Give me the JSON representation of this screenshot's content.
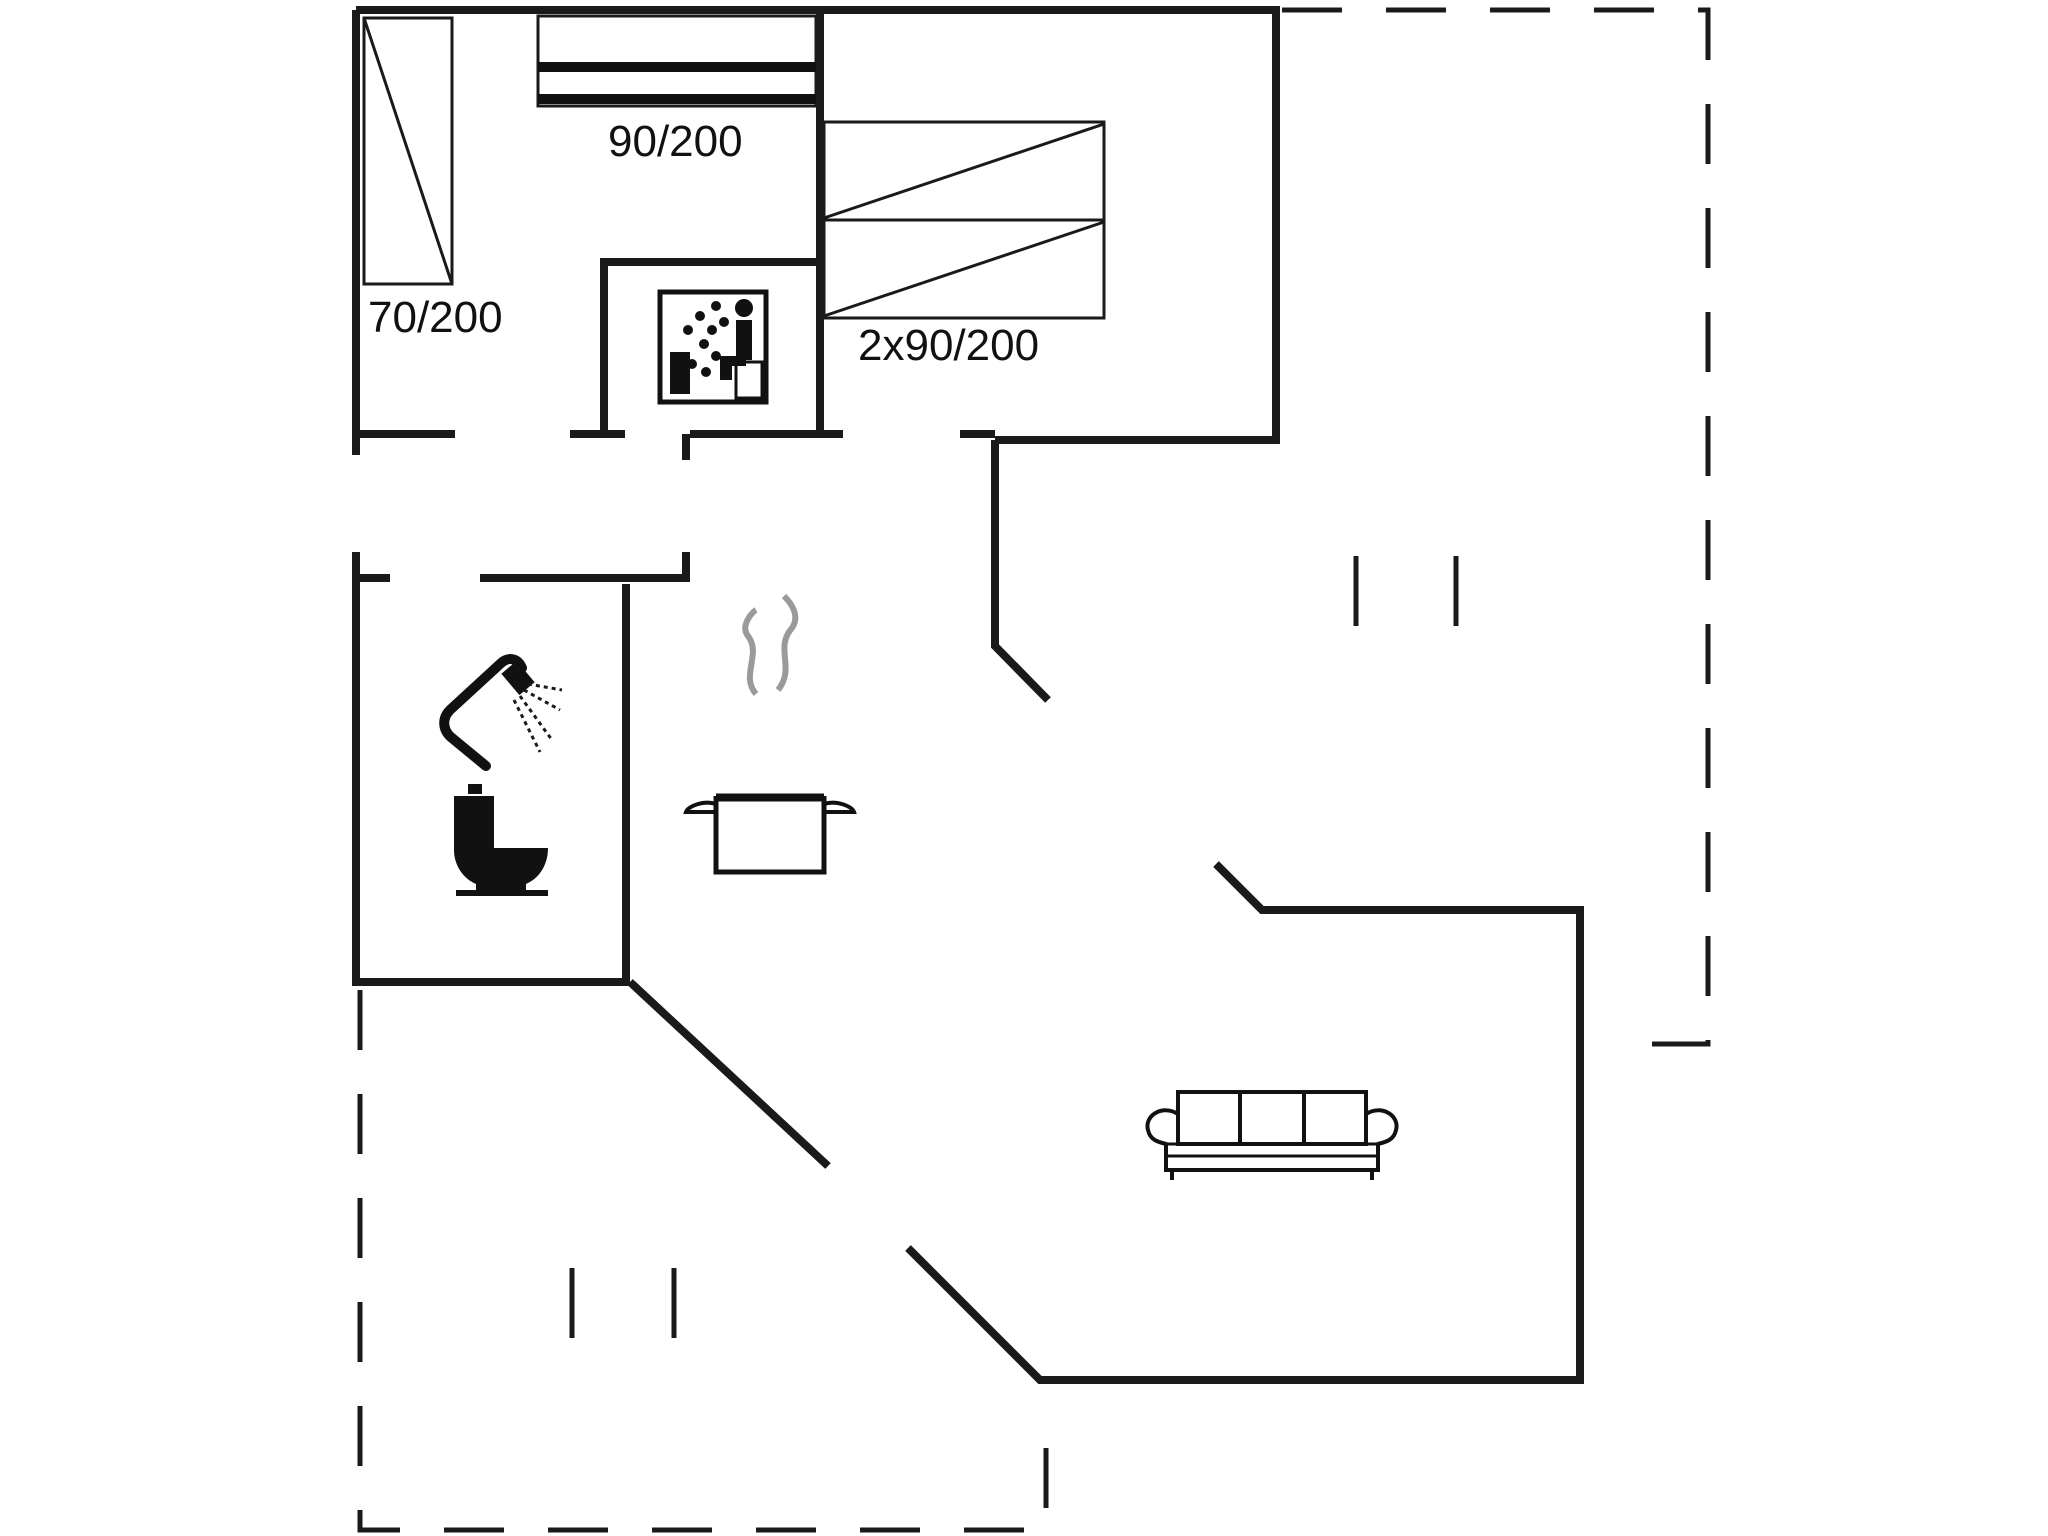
{
  "plan": {
    "labels": {
      "bed_top": "90/200",
      "bed_left": "70/200",
      "bed_double": "2x90/200"
    },
    "icons": {
      "sauna": "sauna-icon",
      "shower": "shower-icon",
      "toilet": "toilet-icon",
      "kitchen": "cooking-pot-icon",
      "living": "sofa-icon"
    },
    "colors": {
      "wall": "#1a1a1a",
      "background": "#ffffff",
      "steam": "#9a9a9a"
    }
  }
}
